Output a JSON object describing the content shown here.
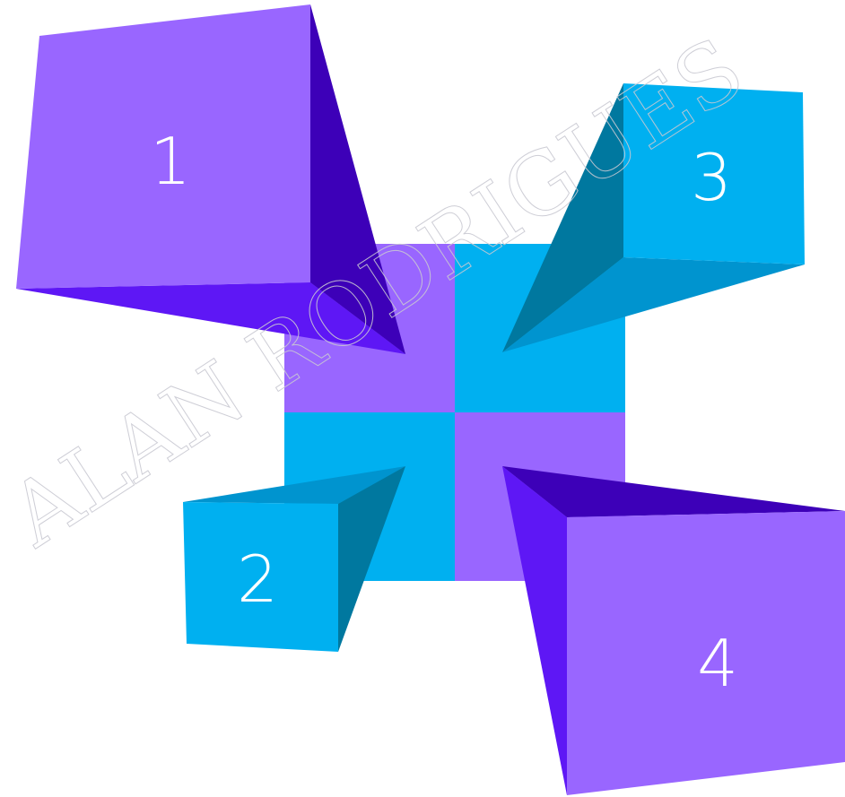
{
  "blocks": [
    {
      "number": "1"
    },
    {
      "number": "2"
    },
    {
      "number": "3"
    },
    {
      "number": "4"
    }
  ],
  "watermark": "ALAN RODRIGUES",
  "colors": {
    "purple_front": "#9966ff",
    "purple_dark": "#3d00b8",
    "purple_mid": "#5e17f5",
    "cyan_front": "#00b0f0",
    "cyan_dark": "#00789f",
    "cyan_mid": "#0094cf"
  }
}
